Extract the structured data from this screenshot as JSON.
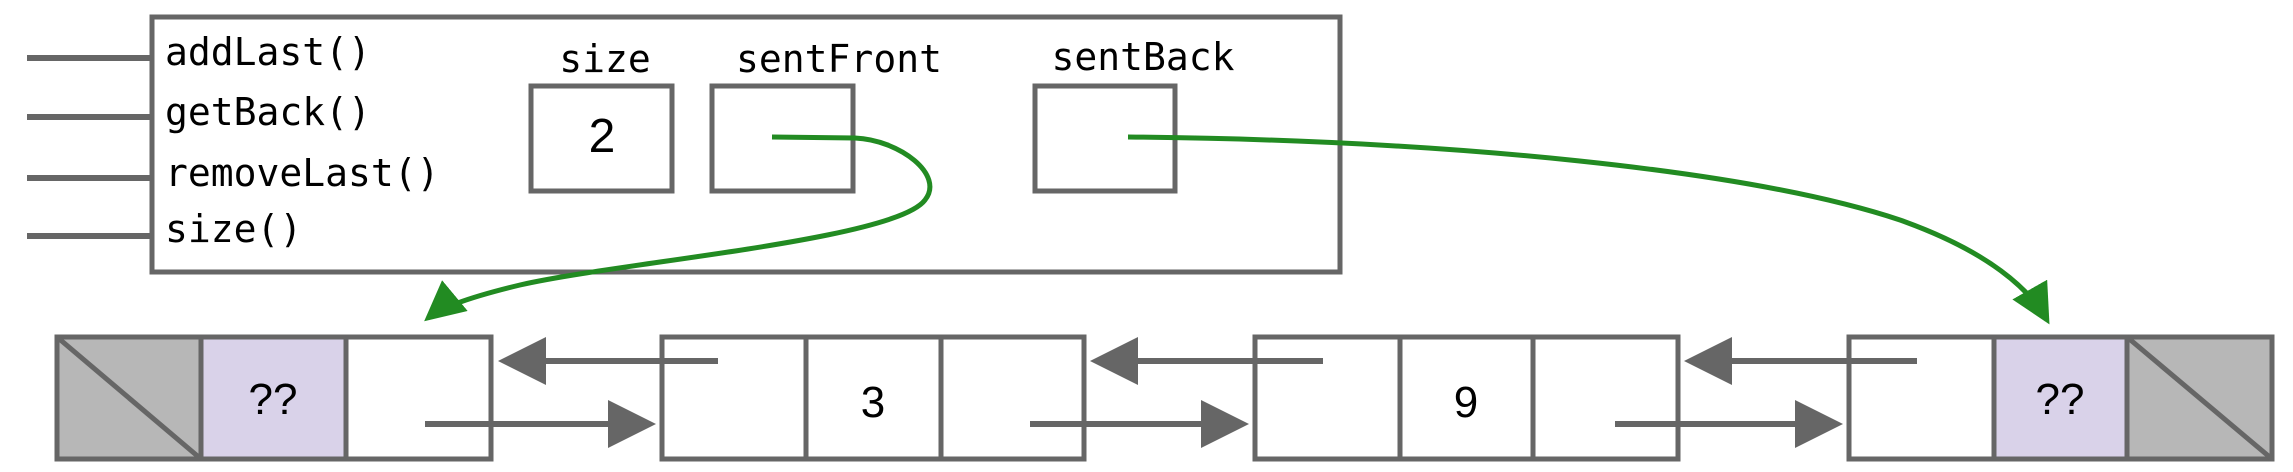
{
  "diagram": {
    "title": "Doubly linked list with two sentinels",
    "methods": [
      "addLast()",
      "getBack()",
      "removeLast()",
      "size()"
    ],
    "fields": {
      "size": {
        "label": "size",
        "value": "2"
      },
      "sentFront": {
        "label": "sentFront",
        "value": ""
      },
      "sentBack": {
        "label": "sentBack",
        "value": ""
      }
    },
    "nodes": [
      {
        "role": "front-sentinel",
        "item": "??",
        "null_prev": true,
        "null_next": false
      },
      {
        "role": "node",
        "item": "3",
        "null_prev": false,
        "null_next": false
      },
      {
        "role": "node",
        "item": "9",
        "null_prev": false,
        "null_next": false
      },
      {
        "role": "back-sentinel",
        "item": "??",
        "null_prev": false,
        "null_next": true
      }
    ],
    "colors": {
      "border": "#666666",
      "pointer": "#666666",
      "reference_arrow": "#228B22",
      "sentinel_item_fill": "#D9D2E9",
      "null_fill": "#B7B7B7"
    }
  }
}
